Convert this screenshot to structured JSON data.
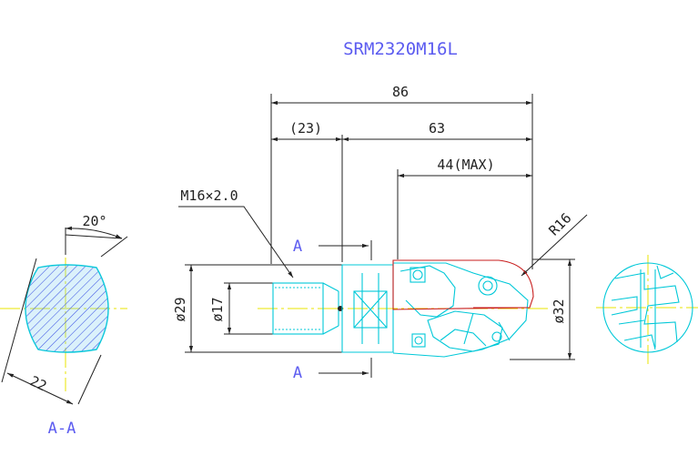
{
  "title": "SRM2320M16L",
  "section_label": "A-A",
  "cut_marker": "A",
  "dimensions": {
    "overall_length": "86",
    "shank_length": "(23)",
    "body_length": "63",
    "max_depth": "44(MAX)",
    "thread": "M16×2.0",
    "radius": "R16",
    "dia_29": "ø29",
    "dia_17": "ø17",
    "dia_32": "ø32",
    "angle": "20°",
    "flat": "22"
  },
  "colors": {
    "title": "#5c5cf0",
    "outline": "#00c8d8",
    "center_line": "#e8e400",
    "insert_edge": "#c81e1e",
    "dimension": "#222222"
  }
}
